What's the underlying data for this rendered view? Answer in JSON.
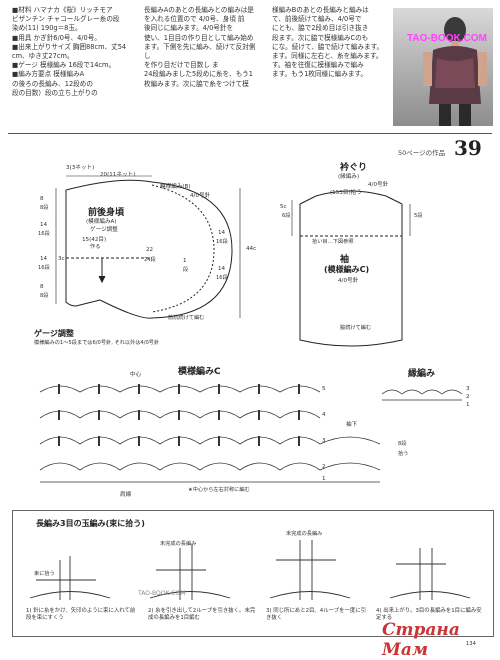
{
  "intro": {
    "col1": [
      "■材料 ハマナカ《桜》リッチモア",
      "ビザンチン チャコールグレー糸の段",
      "染め(11) 190g＝8玉。",
      "■用具 かぎ針6/0号、4/0号。",
      "■出来上がりサイズ 胸囲88cm、丈54",
      "cm、ゆき丈27cm。",
      "■ゲージ 模様編み 16段で14cm。",
      "■編み方要点 模様編みA",
      "の後ろの長編み、12段めの",
      "段の目数）段の立ち上がりの"
    ],
    "col2": [
      "長編みAのあとの長編みとの編みは是",
      "を入れる位置ので 4/0号、身頃 前",
      "後同じに編みます。4/0号針を",
      "使い、1目目の作り目として編み始め",
      "ます。下側を先に編み、続けて反対側し",
      "を作り目だけで目数し ま",
      "24段編みました5段めに糸を、もう1",
      "枚編みます。次に脇で糸をつけて模"
    ],
    "col3": [
      "様編みBのあとの長編みと編みは",
      "て、前後続けて編み、4/0号で",
      "にとも、脇で2段め目は引き抜き",
      "段ます。次に脇で模様編みCのも",
      "にな。続けて、脇で続けて編みます。",
      "ます。同様に左右と、糸を編みます。",
      "す。袖を往復に模様編みで編み",
      "ます。もう1枚同様に編みます。"
    ],
    "photo_tag": "TAO-BOOK.COM"
  },
  "header": {
    "page_number": "39",
    "page_ref": "50ページの作品"
  },
  "schematic_left": {
    "top_label": "3(3ネット)",
    "top_width": "20(11ネット)",
    "pattern_b": "模様編み(B)",
    "pattern_b_hook": "4/0号針",
    "title": "前後身頃",
    "title_sub": "(模様編みA)",
    "gauge_adjust": "ゲージ調整",
    "st_count": "15(42目)",
    "st_count2": "作る",
    "right_dims": [
      "14",
      "16段",
      "14",
      "16段"
    ],
    "left_dims": [
      "8",
      "8段",
      "14",
      "16段",
      "14",
      "16段",
      "8",
      "8段"
    ],
    "height": "44c",
    "center_dim": "22",
    "center_dim2": "24段",
    "one_a": "1",
    "one_b": "段",
    "three_c": "3c",
    "front_note": "前続続けて編む",
    "gauge_title": "ゲージ調整",
    "gauge_note": "模様編みの1〜5段までは6/0号針, それ以外は4/0号針"
  },
  "schematic_right": {
    "collar_title": "衿ぐり",
    "collar_sub": "(縁編み)",
    "collar_hook": "4/0号針",
    "collar_count": "(153目)拾う",
    "sleeve_pick": "拾い目…下図参照",
    "sleeve_title": "袖",
    "sleeve_pattern": "(模様編みC)",
    "sleeve_hook": "4/0号針",
    "sleeve_note": "5c",
    "sleeve_side": "6段",
    "sleeve_side2": "5段",
    "pick_sleeve_note": "脇続けて編む"
  },
  "chart": {
    "pattern_c_title": "模様編みC",
    "center_label": "中心",
    "shoulder_label": "肩線",
    "under_label": "袖下",
    "bottom_note": "★中心から左右対称に編む",
    "row_numbers": [
      "5",
      "4",
      "3",
      "2",
      "1"
    ],
    "edge_title": "縁編み",
    "edge_rows": [
      "3",
      "2",
      "1"
    ],
    "side_note": "8段",
    "side_note2": "拾う"
  },
  "how_to": {
    "title": "長編み3目の玉編み(束に拾う)",
    "step1": "1) 針に糸をかけ、矢印のように束に入れて前段を束にすくう",
    "step2": "2) 糸を引き出して2ループを引き抜く。未完成の長編みを1目編む",
    "step3": "3) 同じ所にあと2目、4ループを一度に引き抜く",
    "step4": "4) 出来上がり。3目の長編みを1目に編み安定する",
    "label_a": "束に拾う",
    "label_b": "未完成の長編み",
    "label_c": "未完成の長編み",
    "watermark": "TAO-BOOK.COM"
  },
  "footer": {
    "stranamam": "Страна Мам",
    "page": "134"
  }
}
